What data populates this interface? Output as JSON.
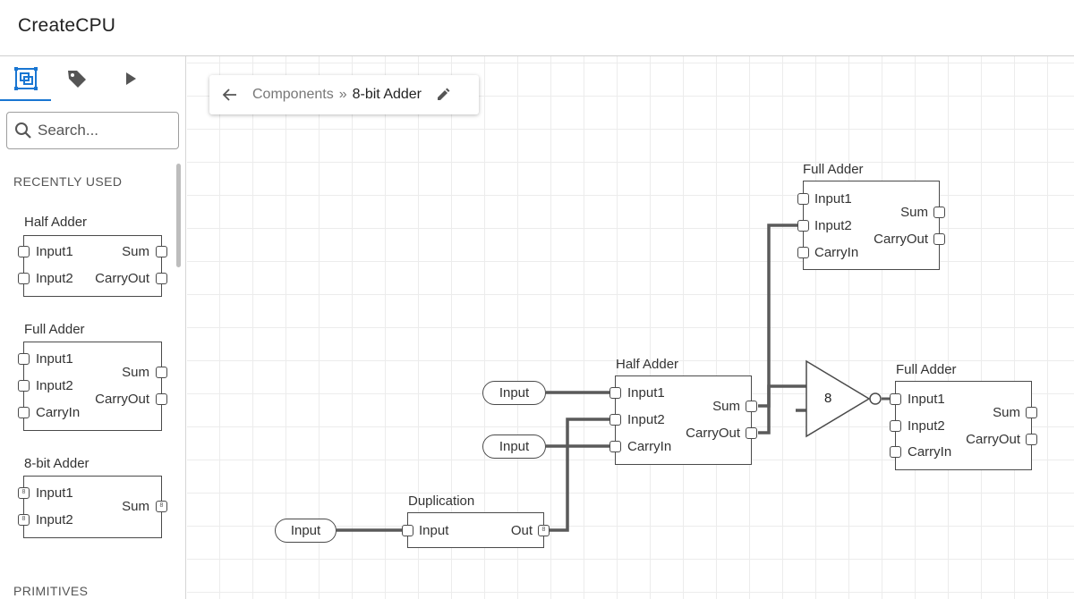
{
  "app": {
    "title": "CreateCPU"
  },
  "sidebar": {
    "tabs": [
      {
        "icon": "components-icon"
      },
      {
        "icon": "label-icon"
      },
      {
        "icon": "play-icon"
      }
    ],
    "search": {
      "placeholder": "Search..."
    },
    "sections": {
      "recent": "RECENTLY USED",
      "primitives": "PRIMITIVES"
    },
    "recent": [
      {
        "title": "Half Adder",
        "inputs": [
          "Input1",
          "Input2"
        ],
        "outputs": [
          "Sum",
          "CarryOut"
        ]
      },
      {
        "title": "Full Adder",
        "inputs": [
          "Input1",
          "Input2",
          "CarryIn"
        ],
        "outputs": [
          "Sum",
          "CarryOut"
        ]
      },
      {
        "title": "8-bit Adder",
        "inputs": [
          "Input1",
          "Input2"
        ],
        "outputs": [
          "Sum"
        ],
        "bus_width": "8"
      }
    ]
  },
  "breadcrumb": {
    "back_icon": "arrow-back-icon",
    "parent": "Components",
    "separator": "»",
    "current": "8-bit Adder",
    "edit_icon": "pencil-icon"
  },
  "canvas": {
    "inputs": [
      "Input",
      "Input",
      "Input"
    ],
    "duplication": {
      "title": "Duplication",
      "input": "Input",
      "output": "Out",
      "bus_width": "8"
    },
    "half_adder": {
      "title": "Half Adder",
      "inputs": [
        "Input1",
        "Input2",
        "CarryIn"
      ],
      "outputs": [
        "Sum",
        "CarryOut"
      ]
    },
    "full_adder_top": {
      "title": "Full Adder",
      "inputs": [
        "Input1",
        "Input2",
        "CarryIn"
      ],
      "outputs": [
        "Sum",
        "CarryOut"
      ]
    },
    "full_adder_right": {
      "title": "Full Adder",
      "inputs": [
        "Input1",
        "Input2",
        "CarryIn"
      ],
      "outputs": [
        "Sum",
        "CarryOut"
      ]
    },
    "buffer": {
      "label": "8"
    }
  }
}
